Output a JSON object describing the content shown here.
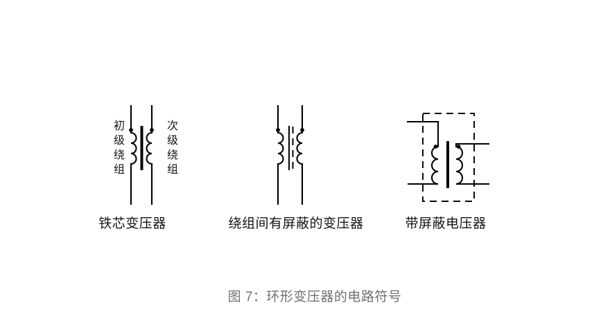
{
  "figure": {
    "caption": "图 7：环形变压器的电路符号"
  },
  "symbols": [
    {
      "name": "iron-core-transformer",
      "caption": "铁芯变压器",
      "primary_winding_label": "初级绕组",
      "secondary_winding_label": "次级绕组",
      "features": [
        "primary-winding",
        "secondary-winding",
        "iron-core-bar",
        "polarity-dots"
      ]
    },
    {
      "name": "transformer-with-shield-between-windings",
      "caption": "绕组间有屏蔽的变压器",
      "features": [
        "primary-winding",
        "secondary-winding",
        "core-line-solid",
        "shield-line-dashed",
        "polarity-dots"
      ]
    },
    {
      "name": "shielded-transformer",
      "caption": "带屏蔽电压器",
      "features": [
        "shield-dashed-box",
        "primary-winding",
        "secondary-winding",
        "core-bar",
        "polarity-dots",
        "lead-wires"
      ]
    }
  ],
  "colors": {
    "line": "#000000",
    "text": "#141414",
    "caption_muted": "#707070",
    "background": "#ffffff"
  }
}
